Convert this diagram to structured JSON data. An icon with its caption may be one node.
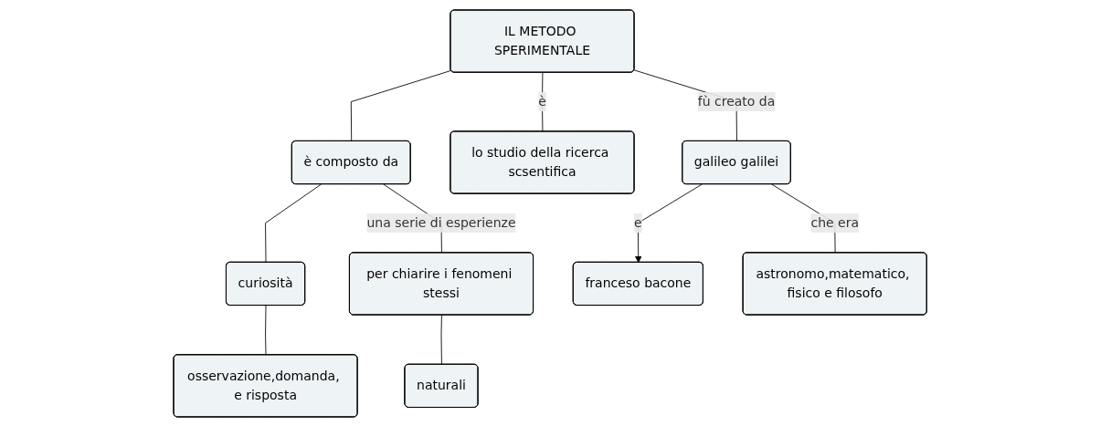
{
  "diagram": {
    "nodes": [
      {
        "text": [
          "IL METODO SPERIMENTALE"
        ]
      },
      {
        "text": [
          "è composto da"
        ]
      },
      {
        "text": [
          "lo studio della ricerca scsentifica"
        ]
      },
      {
        "text": [
          "curiosità"
        ]
      },
      {
        "text": [
          "osservazione,domanda, e risposta"
        ]
      },
      {
        "text": [
          "per chiarire i fenomeni stessi"
        ]
      },
      {
        "text": [
          "naturali"
        ]
      },
      {
        "text": [
          "galileo galilei"
        ]
      },
      {
        "text": [
          "franceso bacone"
        ]
      },
      {
        "text": [
          "astronomo,matematico, fisico e filosofo"
        ]
      }
    ],
    "edges": [
      {
        "from": 0,
        "to": 2,
        "label": "è",
        "arrow": "none"
      },
      {
        "from": 0,
        "to": 1,
        "arrow": "none"
      },
      {
        "from": 0,
        "to": 7,
        "label": "fù creato da",
        "arrow": "none"
      },
      {
        "from": 1,
        "to": 3,
        "arrow": "none"
      },
      {
        "from": 3,
        "to": 4,
        "arrow": "none"
      },
      {
        "from": 1,
        "to": 5,
        "label": "una serie di esperienze",
        "arrow": "none"
      },
      {
        "from": 5,
        "to": 6,
        "arrow": "none"
      },
      {
        "from": 7,
        "to": 8,
        "label": "e",
        "arrow": "to"
      },
      {
        "from": 7,
        "to": 9,
        "label": "che era",
        "arrow": "none"
      }
    ]
  }
}
